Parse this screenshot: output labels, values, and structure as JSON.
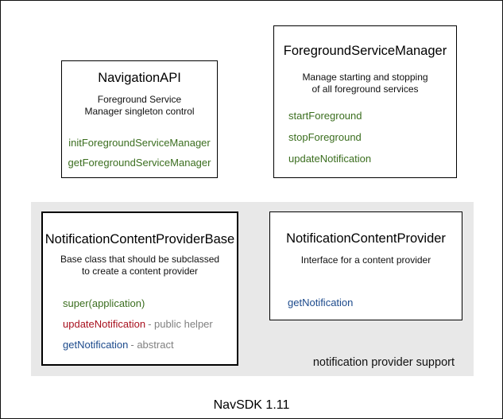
{
  "colors": {
    "green": "#3b6e1f",
    "red": "#a8101e",
    "blue": "#1c4a8c",
    "gray": "#808080",
    "panel_bg": "#e8e8e8",
    "border": "#000000"
  },
  "caption": "NavSDK 1.11",
  "panel": {
    "label": "notification provider support"
  },
  "boxes": {
    "navigation_api": {
      "title": "NavigationAPI",
      "description": [
        "Foreground Service",
        "Manager singleton control"
      ],
      "methods": [
        {
          "label": "initForegroundServiceManager",
          "color": "green",
          "note": ""
        },
        {
          "label": "getForegroundServiceManager",
          "color": "green",
          "note": ""
        }
      ]
    },
    "foreground_service_manager": {
      "title": "ForegroundServiceManager",
      "description": [
        "Manage starting and stopping",
        "of all foreground services"
      ],
      "methods": [
        {
          "label": "startForeground",
          "color": "green",
          "note": ""
        },
        {
          "label": "stopForeground",
          "color": "green",
          "note": ""
        },
        {
          "label": "updateNotification",
          "color": "green",
          "note": ""
        }
      ]
    },
    "notification_content_provider_base": {
      "title": "NotificationContentProviderBase",
      "description": [
        "Base class that should be subclassed",
        "to create a content provider"
      ],
      "methods": [
        {
          "label": "super(application)",
          "color": "green",
          "note": ""
        },
        {
          "label": "updateNotification",
          "color": "red",
          "note": "- public helper"
        },
        {
          "label": "getNotification",
          "color": "blue",
          "note": "- abstract"
        }
      ]
    },
    "notification_content_provider": {
      "title": "NotificationContentProvider",
      "description": [
        "Interface for a content provider"
      ],
      "methods": [
        {
          "label": "getNotification",
          "color": "blue",
          "note": ""
        }
      ]
    }
  }
}
